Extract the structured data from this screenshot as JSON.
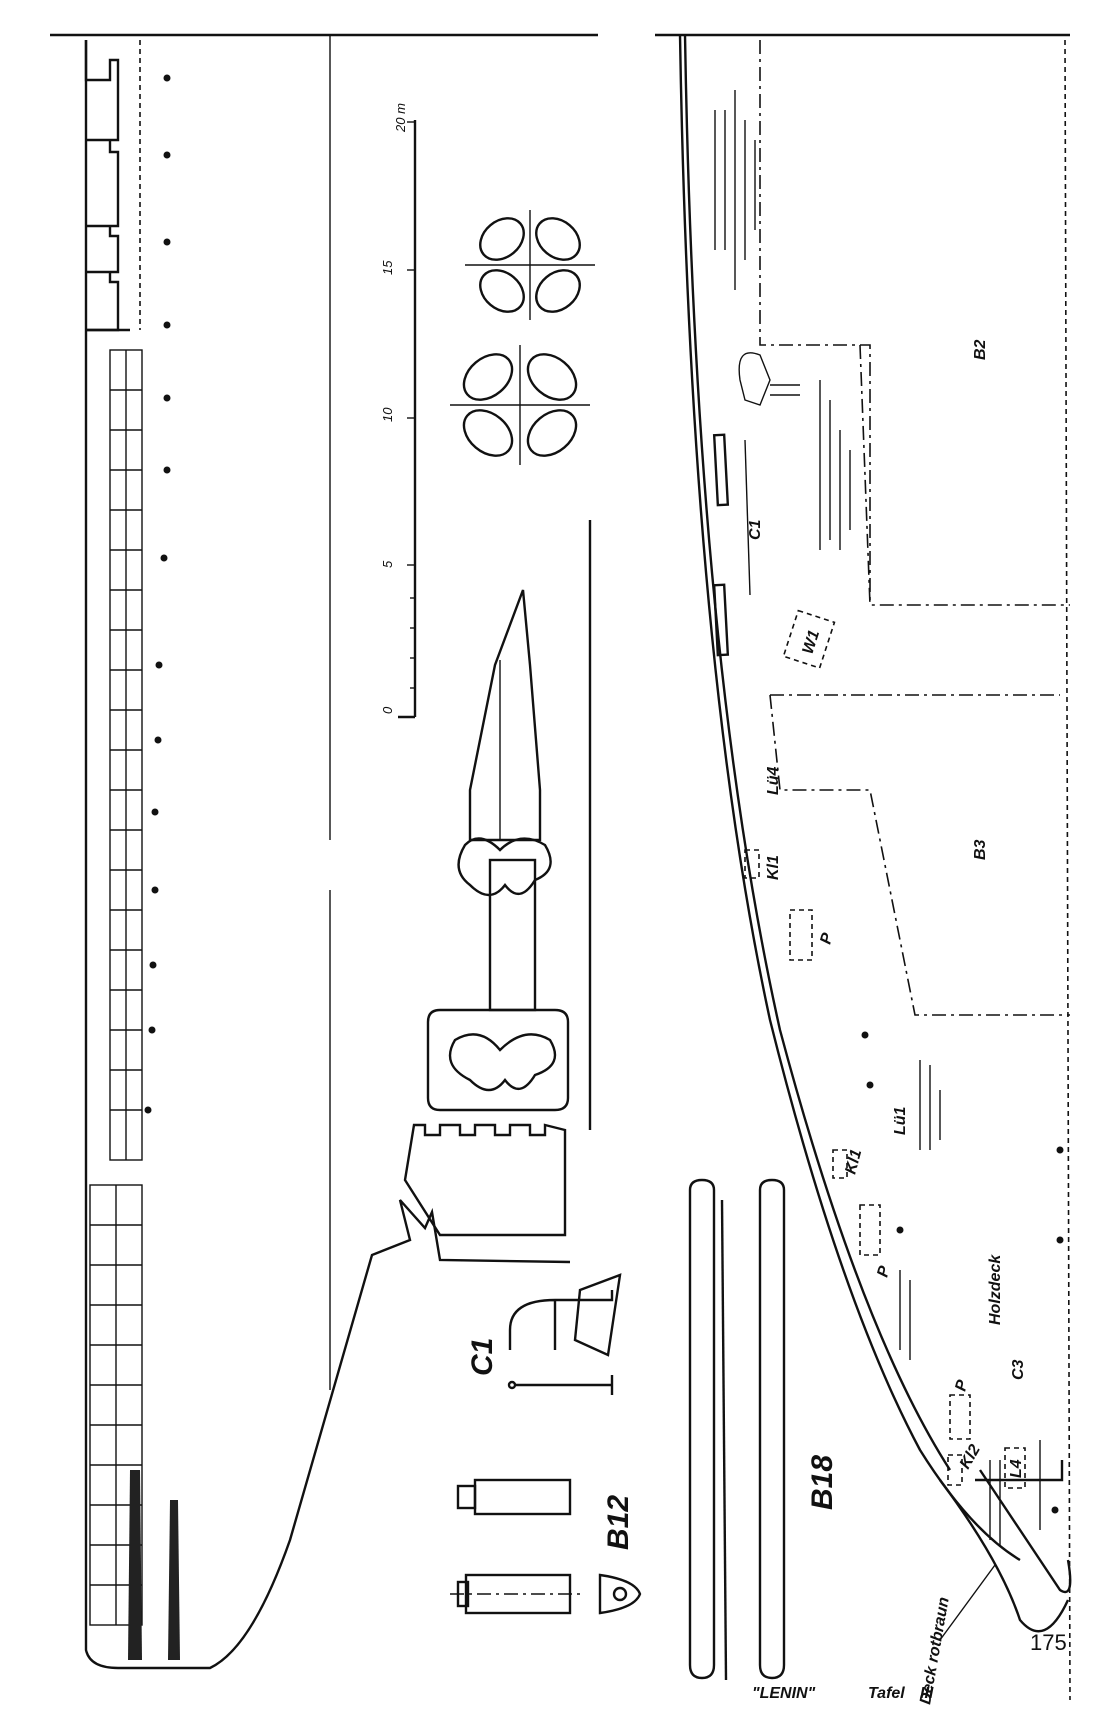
{
  "plate": {
    "ship_name": "\"LENIN\"",
    "plate_label": "Tafel",
    "plate_number": "III",
    "page_number": "175"
  },
  "scale": {
    "ticks": [
      "0",
      "5",
      "10",
      "15",
      "20 m"
    ]
  },
  "parts": {
    "c1_left": "C1",
    "b12": "B12",
    "b18": "B18",
    "b2": "B2",
    "b3": "B3",
    "c1_right": "C1",
    "w1": "W1",
    "lu4": "Lü4",
    "kl1_top": "Kl1",
    "p_top": "P",
    "lu1": "Lü1",
    "kl1_bottom": "Kl1",
    "p_mid": "P",
    "c3": "C3",
    "p_low": "P",
    "kl2": "Kl2",
    "l4": "L4",
    "holzdeck": "Holzdeck",
    "deck_color": "Deck rotbraun"
  }
}
